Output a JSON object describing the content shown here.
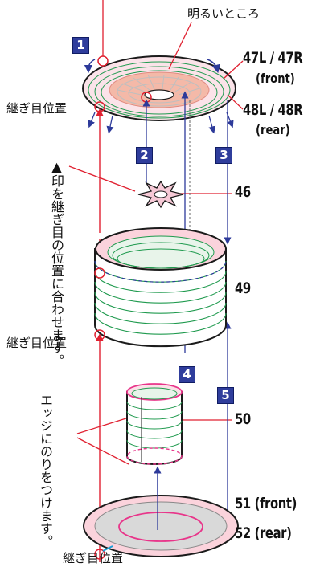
{
  "labels": {
    "bright_side": "明るいところ",
    "seam_top": "継ぎ目位置",
    "seam_middle": "継ぎ目位置",
    "seam_bottom": "継ぎ目位置",
    "mark_note": "▲印を継ぎ目の位置に合わせます。",
    "glue_note": "エッジにのりをつけます。"
  },
  "parts": {
    "top_front": "47L / 47R",
    "top_front_sub": "(front)",
    "top_rear": "48L / 48R",
    "top_rear_sub": "(rear)",
    "star": "46",
    "body": "49",
    "cylinder": "50",
    "base_front": "51 (front)",
    "base_rear": "52 (rear)"
  },
  "steps": [
    "1",
    "2",
    "3",
    "4",
    "5"
  ],
  "colors": {
    "outline": "#1b1b1b",
    "rib_green": "#1f9a4e",
    "pink_fill": "#f6c9d6",
    "guide_red": "#e02030",
    "guide_blue": "#2d3a9a",
    "step_bg": "#2f3d9c",
    "seam_dash": "#e8358a",
    "base_gray": "#d9d9d9"
  }
}
